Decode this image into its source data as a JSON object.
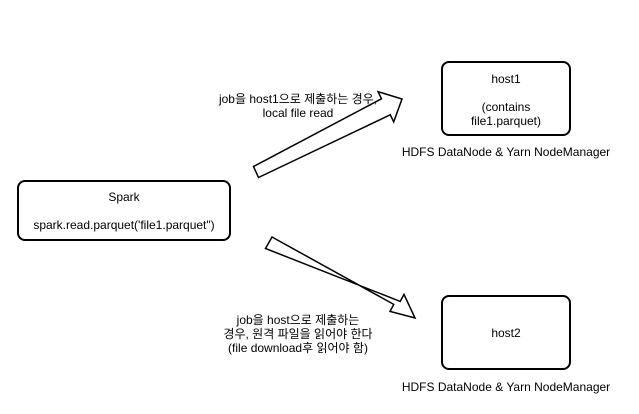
{
  "nodes": {
    "spark": {
      "title": "Spark",
      "code": "spark.read.parquet('file1.parquet\")"
    },
    "host1": {
      "title": "host1",
      "note_line1": "(contains",
      "note_line2": "file1.parquet)",
      "caption": "HDFS DataNode & Yarn NodeManager"
    },
    "host2": {
      "title": "host2",
      "caption": "HDFS DataNode & Yarn NodeManager"
    }
  },
  "edges": {
    "to_host1": {
      "line1": "job을 host1으로 제출하는 경우,",
      "line2": "local file read"
    },
    "to_host2": {
      "line1": "job을 host으로 제출하는",
      "line2": "경우, 원격 파일을 읽어야 한다",
      "line3": "(file download후 읽어야 함)"
    }
  }
}
